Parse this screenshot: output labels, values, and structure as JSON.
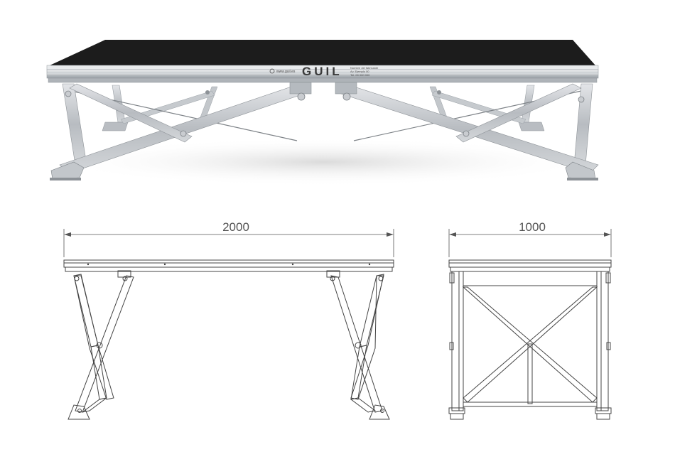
{
  "photo": {
    "brand": "GUIL",
    "website": "www.guil.es",
    "side_fine_print": [
      "Nombre del fabricante",
      "Av. Ejemplo 00",
      "Tel. 00 000 000"
    ]
  },
  "drawings": {
    "side_view": {
      "dimension_label": "2000"
    },
    "end_view": {
      "dimension_label": "1000"
    }
  },
  "colors": {
    "deck": "#1c1c1c",
    "aluminium": "#c9ccd0",
    "aluminium_dark": "#8d9297",
    "drawing_line": "#444444"
  }
}
